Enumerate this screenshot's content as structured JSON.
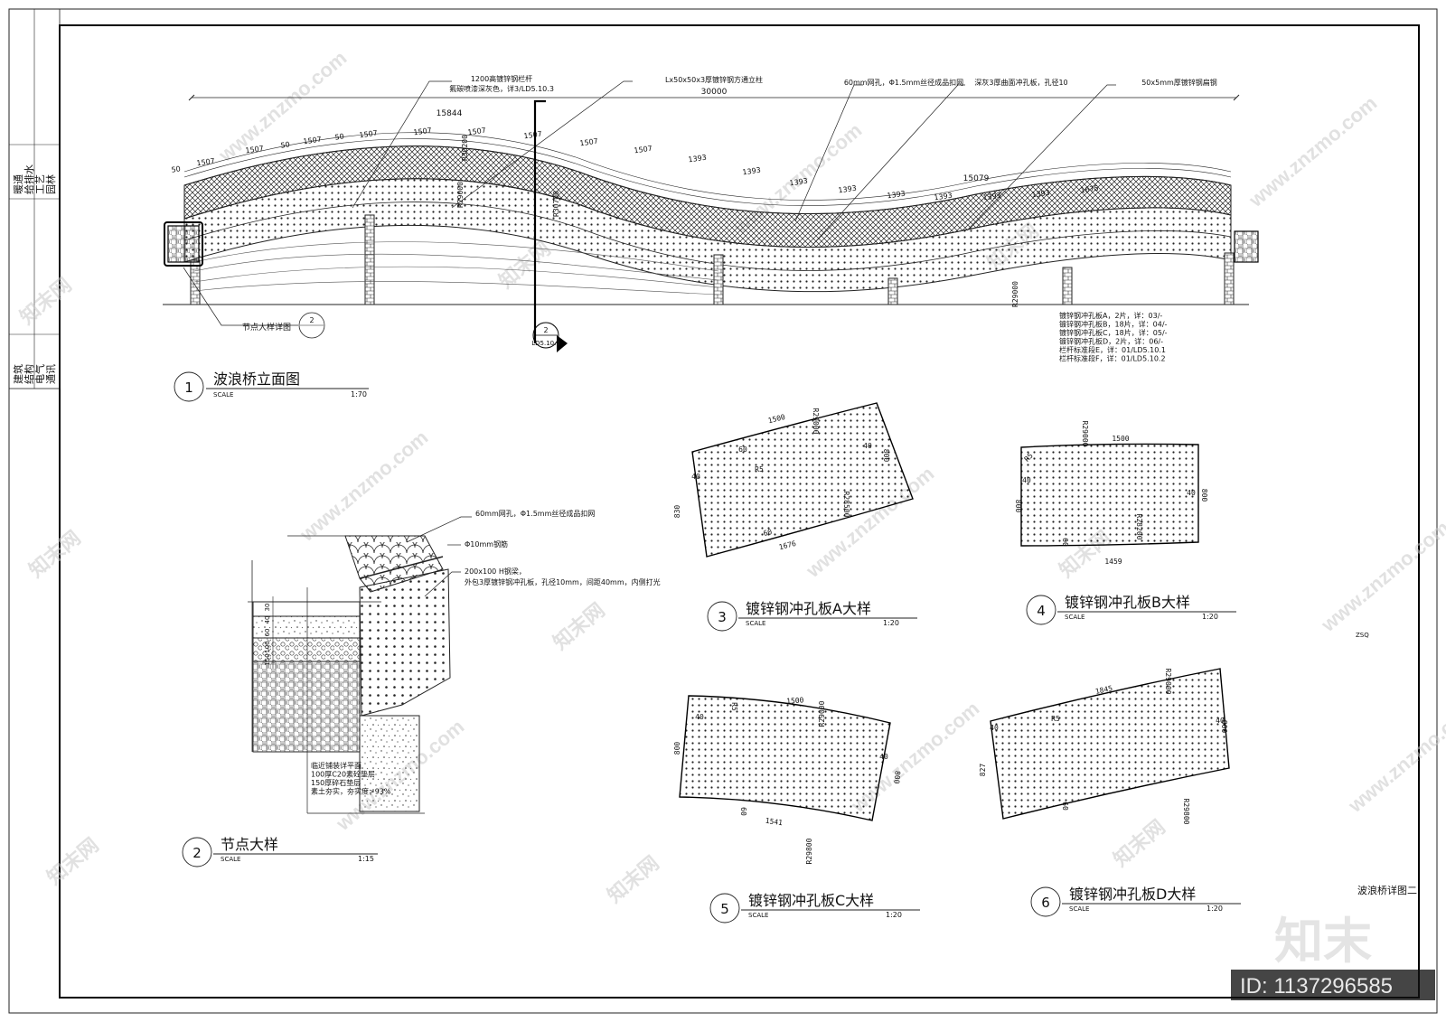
{
  "elevation": {
    "title": "波浪桥立面图",
    "number": "1",
    "scale_label": "SCALE",
    "scale": "1:70",
    "callouts": [
      "1200高镀锌钢栏杆",
      "氟碳喷漆深灰色，详3/LD5.10.3",
      "Lx50x50x3厚镀锌钢方通立柱",
      "60mm网孔，Φ1.5mm丝径成品扣网",
      "深灰3厚曲面冲孔板，孔径10",
      "50x5mm厚镀锌钢扁钢"
    ],
    "overall_dim": "30000",
    "dims_top": [
      "50",
      "1507",
      "1507",
      "50",
      "1507",
      "50",
      "1507",
      "1507",
      "1507",
      "1507",
      "1507",
      "1507",
      "1393",
      "1393",
      "1393",
      "1393",
      "1393",
      "1393",
      "1393",
      "1393",
      "1675"
    ],
    "dim_15844": "15844",
    "dim_15079": "15079",
    "radii": [
      "R30200",
      "R29000",
      "R30700",
      "R29000"
    ],
    "node_ref_label": "节点大样详图",
    "node_ref_num": "2",
    "section_num": "2",
    "section_ref": "LD5.10.3",
    "legend": [
      "镀锌钢冲孔板A，2片，详：03/-",
      "镀锌钢冲孔板B，18片，详：04/-",
      "镀锌钢冲孔板C，18片，详：05/-",
      "镀锌钢冲孔板D，2片，详：06/-",
      "栏杆标准段E，详：01/LD5.10.1",
      "栏杆标准段F，详：01/LD5.10.2"
    ]
  },
  "node": {
    "title": "节点大样",
    "number": "2",
    "scale_label": "SCALE",
    "scale": "1:15",
    "callouts": [
      "60mm网孔，Φ1.5mm丝径成品扣网",
      "Φ10mm钢筋",
      "200x100 H钢梁，",
      "外包3厚镀锌钢冲孔板，孔径10mm，间距40mm，内侧打光"
    ],
    "layers": [
      "临近铺装详平面",
      "100厚C20素砼垫层",
      "150厚碎石垫层",
      "素土夯实，夯实度>93%"
    ],
    "side_dims": [
      "30",
      "40",
      "60",
      "100",
      "150"
    ]
  },
  "panels": [
    {
      "number": "3",
      "title": "镀锌钢冲孔板A大样",
      "scale_label": "SCALE",
      "scale": "1:20",
      "dims": [
        "1500",
        "800",
        "830",
        "1676",
        "R29000",
        "R28500",
        "40",
        "60",
        "40",
        "R5",
        "60"
      ]
    },
    {
      "number": "4",
      "title": "镀锌钢冲孔板B大样",
      "scale_label": "SCALE",
      "scale": "1:20",
      "dims": [
        "1500",
        "800",
        "800",
        "1459",
        "R29000",
        "R28200",
        "40",
        "40",
        "R5",
        "60"
      ]
    },
    {
      "number": "5",
      "title": "镀锌钢冲孔板C大样",
      "scale_label": "SCALE",
      "scale": "1:20",
      "dims": [
        "1500",
        "800",
        "800",
        "1541",
        "R29000",
        "R29800",
        "40",
        "40",
        "R5",
        "60"
      ]
    },
    {
      "number": "6",
      "title": "镀锌钢冲孔板D大样",
      "scale_label": "SCALE",
      "scale": "1:20",
      "dims": [
        "1845",
        "800",
        "827",
        "R29000",
        "R29800",
        "40",
        "40",
        "R5",
        "60"
      ]
    }
  ],
  "sheet": {
    "drawing_name": "波浪桥详图二",
    "title_block_top": [
      "暖通",
      "给排水",
      "工艺",
      "园林"
    ],
    "title_block_bottom": [
      "建筑",
      "结构",
      "电气",
      "通讯"
    ],
    "small_code": "ZSQ",
    "watermark_brand": "知末",
    "watermark_url": "www.znzmo.com",
    "watermark_site": "知末网",
    "id_text": "ID: 1137296585"
  }
}
